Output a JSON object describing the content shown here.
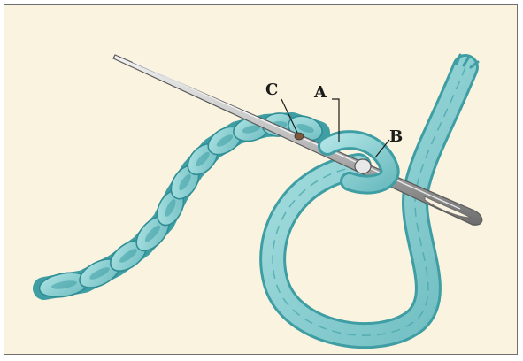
{
  "labels": {
    "a": "A",
    "b": "B",
    "c": "C"
  },
  "colors": {
    "background": "#faf3df",
    "thread": "#8fd0d2",
    "thread_shadow": "#3e9ea4",
    "needle": "#b8b8b8",
    "frame": "#6f6f6f"
  }
}
